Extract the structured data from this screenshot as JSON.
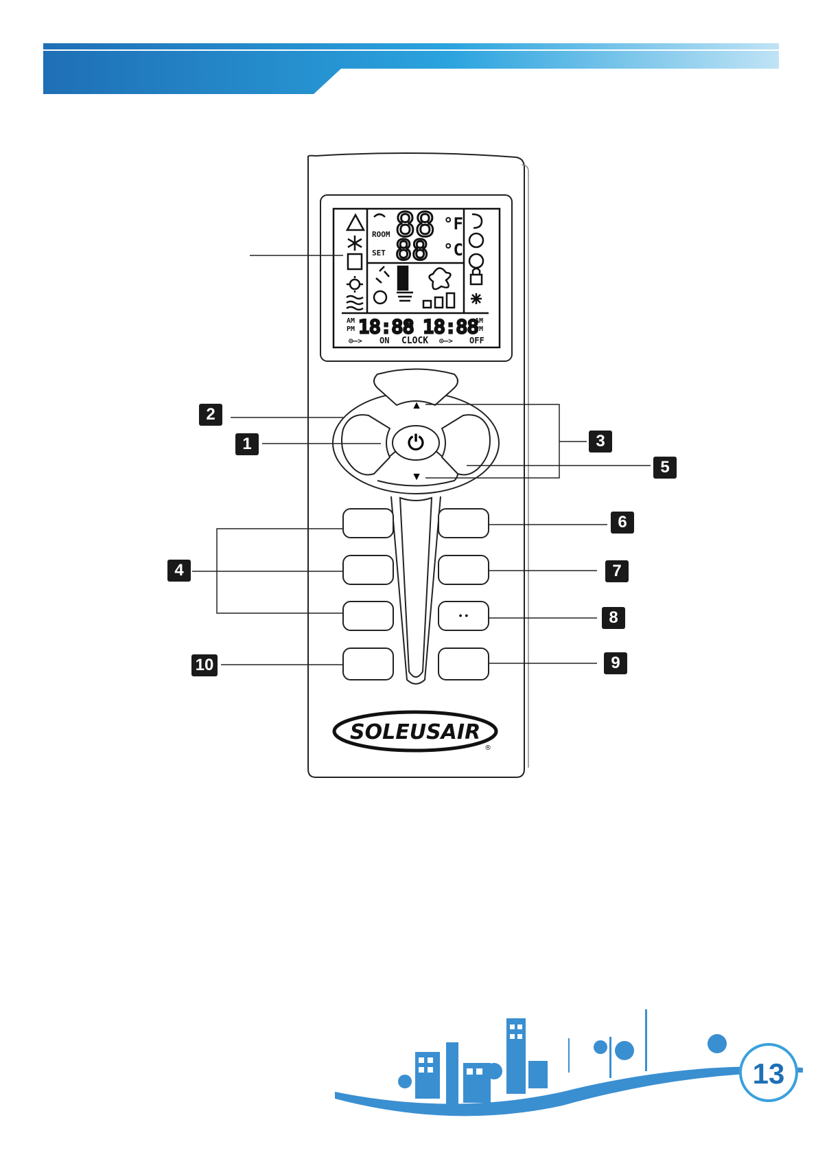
{
  "header": {
    "gradient_start": "#1f6fb5",
    "gradient_end": "#29a8e0"
  },
  "lcd": {
    "big_temp": "88",
    "set_temp": "88",
    "unit_f": "°F",
    "unit_c": "°C",
    "label_room": "ROOM",
    "label_set": "SET",
    "time_left": "18:88",
    "time_right": "18:88",
    "am_left": "AM",
    "pm_left": "PM",
    "am_right": "AM",
    "pm_right": "PM",
    "on_label": "ON",
    "clock_label": "CLOCK",
    "off_label": "OFF"
  },
  "buttons": {
    "up_symbol": "▲",
    "down_symbol": "▼",
    "power_symbol": "⏻",
    "dots_symbol": "• •"
  },
  "callouts": [
    "1",
    "2",
    "3",
    "4",
    "5",
    "6",
    "7",
    "8",
    "9",
    "10"
  ],
  "brand": {
    "logo_text": "SOLEUSAIR",
    "registered": "®"
  },
  "footer": {
    "page_number": "13",
    "accent": "#3a8fd1"
  }
}
